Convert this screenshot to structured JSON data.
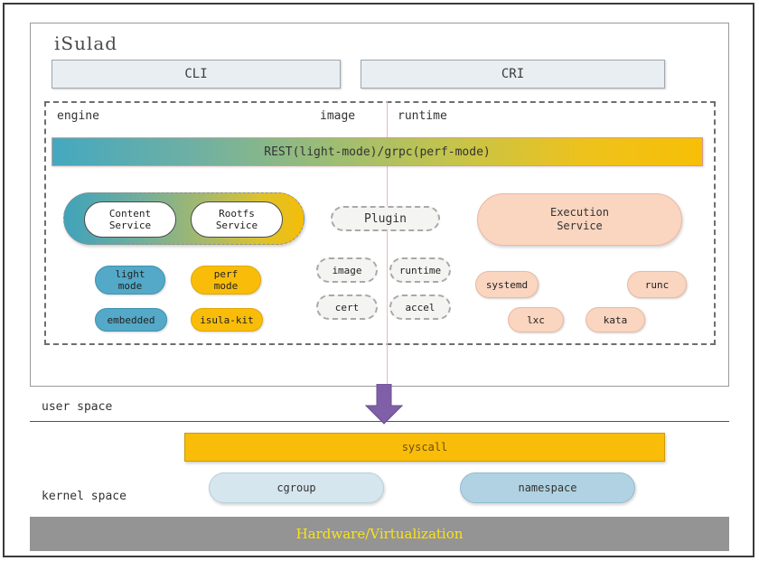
{
  "diagram": {
    "title": "iSulad",
    "hardware_bar": "Hardware/Virtualization"
  },
  "top_interfaces": [
    {
      "label": "CLI",
      "name": "cli-box"
    },
    {
      "label": "CRI",
      "name": "cri-box"
    }
  ],
  "columns": {
    "engine": "engine",
    "image": "image",
    "runtime": "runtime"
  },
  "rest_bar": {
    "label": "REST(light-mode)/grpc(perf-mode)",
    "gradient_from": "#44a8c0",
    "gradient_to": "#f7bf06"
  },
  "engine_services": {
    "content_service": "Content\nService",
    "content_service_line1": "Content",
    "content_service_line2": "Service",
    "rootfs_service_line1": "Rootfs",
    "rootfs_service_line2": "Service"
  },
  "engine_modes": [
    {
      "line1": "light",
      "line2": "mode",
      "color": "#53a9c7",
      "name": "light-mode-pill"
    },
    {
      "line1": "perf",
      "line2": "mode",
      "color": "#f9bd09",
      "name": "perf-mode-pill"
    },
    {
      "line1": "embedded",
      "line2": "",
      "color": "#53a9c7",
      "name": "embedded-pill"
    },
    {
      "line1": "isula-kit",
      "line2": "",
      "color": "#f9bd09",
      "name": "isula-kit-pill"
    }
  ],
  "plugin": {
    "title": "Plugin",
    "items": [
      {
        "label": "image",
        "name": "plugin-image-pill"
      },
      {
        "label": "runtime",
        "name": "plugin-runtime-pill"
      },
      {
        "label": "cert",
        "name": "plugin-cert-pill"
      },
      {
        "label": "accel",
        "name": "plugin-accel-pill"
      }
    ]
  },
  "execution": {
    "title_line1": "Execution",
    "title_line2": "Service",
    "runtimes": [
      {
        "label": "systemd",
        "name": "systemd-pill"
      },
      {
        "label": "runc",
        "name": "runc-pill"
      },
      {
        "label": "lxc",
        "name": "lxc-pill"
      },
      {
        "label": "kata",
        "name": "kata-pill"
      }
    ]
  },
  "spaces": {
    "user": "user space",
    "kernel": "kernel space"
  },
  "kernel": {
    "syscall": "syscall",
    "cgroup": "cgroup",
    "namespace": "namespace"
  },
  "colors": {
    "salmon": "#fad5c0",
    "amber": "#f9bd09",
    "teal": "#53a9c7",
    "arrow_purple": "#7f60a8",
    "hardware_gray": "#949494",
    "hardware_text": "#fbe319",
    "divider_pink": "#e9b6c4",
    "separator_red": "#8b3a3a"
  }
}
